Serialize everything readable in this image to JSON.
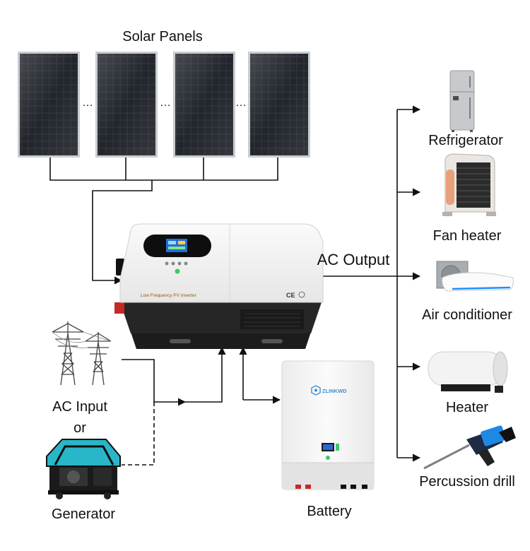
{
  "labels": {
    "solar_panels": "Solar Panels",
    "ac_output": "AC Output",
    "ac_input": "AC Input",
    "or": "or",
    "generator": "Generator",
    "battery": "Battery"
  },
  "inverter": {
    "label": "Low Frequency PV Inverter",
    "cert": "CE"
  },
  "battery_unit": {
    "brand": "ZLINKWD"
  },
  "loads": [
    {
      "name": "Refrigerator",
      "icon": "refrigerator-icon"
    },
    {
      "name": "Fan heater",
      "icon": "fan-heater-icon"
    },
    {
      "name": "Air conditioner",
      "icon": "air-conditioner-icon"
    },
    {
      "name": "Heater",
      "icon": "water-heater-icon"
    },
    {
      "name": "Percussion drill",
      "icon": "percussion-drill-icon"
    }
  ],
  "panel_gap_marker": "…",
  "colors": {
    "line": "#111111",
    "panel_cell": "#2a2f36",
    "panel_frame": "#c9ccd0",
    "inverter_body": "#f2f2f2",
    "inverter_base": "#1c1c1c",
    "screen_accent": "#1e6fd9",
    "generator_accent": "#29b6c8",
    "battery_body": "#f4f4f4",
    "status_green": "#3ec96b",
    "terminal_red": "#c62828"
  }
}
